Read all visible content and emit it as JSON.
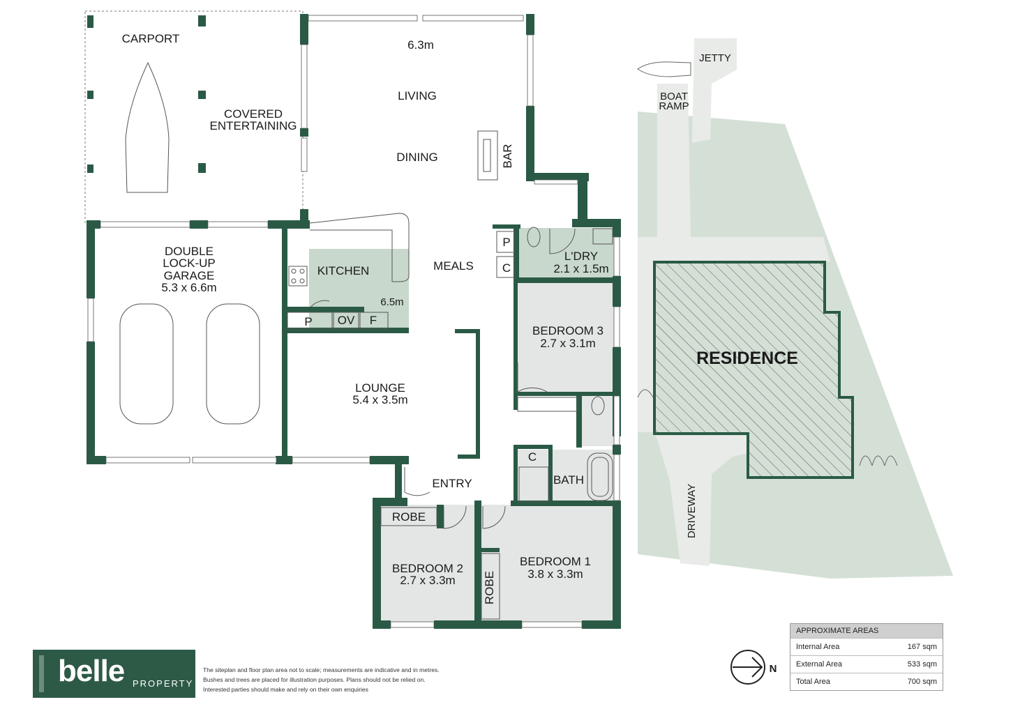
{
  "rooms": {
    "carport": "CARPORT",
    "covered_1": "COVERED",
    "covered_2": "ENTERTAINING",
    "living_dim": "6.3m",
    "living": "LIVING",
    "dining": "DINING",
    "bar": "BAR",
    "garage_1": "DOUBLE",
    "garage_2": "LOCK-UP",
    "garage_3": "GARAGE",
    "garage_dim": "5.3 x 6.6m",
    "kitchen": "KITCHEN",
    "kitchen_dim": "6.5m",
    "pantry": "P",
    "oven": "OV",
    "fridge": "F",
    "meals": "MEALS",
    "lounge": "LOUNGE",
    "lounge_dim": "5.4 x 3.5m",
    "entry": "ENTRY",
    "laundry_p": "P",
    "laundry_c": "C",
    "laundry": "L'DRY",
    "laundry_dim": "2.1 x 1.5m",
    "bedroom3": "BEDROOM 3",
    "bedroom3_dim": "2.7 x 3.1m",
    "bath_c": "C",
    "bath": "BATH",
    "robe_bed2": "ROBE",
    "bedroom2": "BEDROOM 2",
    "bedroom2_dim": "2.7 x 3.3m",
    "robe_bed1": "ROBE",
    "bedroom1": "BEDROOM 1",
    "bedroom1_dim": "3.8 x 3.3m"
  },
  "site": {
    "jetty": "JETTY",
    "boat_ramp_1": "BOAT",
    "boat_ramp_2": "RAMP",
    "residence": "RESIDENCE",
    "driveway": "DRIVEWAY",
    "north": "N"
  },
  "areas": {
    "heading": "APPROXIMATE AREAS",
    "rows": [
      {
        "label": "Internal Area",
        "value": "167 sqm"
      },
      {
        "label": "External Area",
        "value": "533 sqm"
      },
      {
        "label": "Total Area",
        "value": "700 sqm"
      }
    ]
  },
  "disclaimer": {
    "line1": "The siteplan and floor plan area not to scale; measurements are indicative and in metres.",
    "line2": "Bushes and trees are placed for illustration purposes. Plans should not be relied on.",
    "line3": "Interested parties should make and rely on their own enquiries"
  },
  "logo": {
    "word": "belle",
    "sub": "PROPERTY"
  },
  "colors": {
    "wall": "#2a5a45",
    "site_land": "#d4e0d6",
    "wet_area": "#c8d8cc",
    "room_fill": "#e4e6e6",
    "brand": "#2d5a47"
  }
}
